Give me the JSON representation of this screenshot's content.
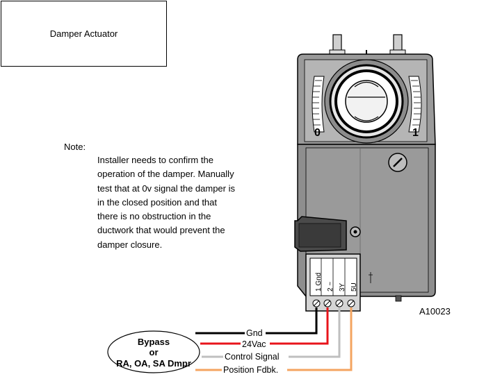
{
  "title_box": {
    "label": "Damper Actuator"
  },
  "note": {
    "label": "Note:",
    "lines": [
      "Installer needs to confirm the",
      "operation of the damper. Manually",
      "test that at 0v signal the damper is",
      "in the closed position and that",
      "there is no obstruction in the",
      "ductwork that would prevent the",
      "damper closure."
    ]
  },
  "actuator": {
    "scale_min": "0",
    "scale_max": "1",
    "terminals": [
      "1 Gnd",
      "2 ~",
      "3Y",
      "5U"
    ]
  },
  "reference_code": "A10023",
  "controller": {
    "line1": "Bypass",
    "line2": "or",
    "line3": "RA, OA, SA Dmpr"
  },
  "wires": [
    {
      "label": "Gnd",
      "color": "#000000"
    },
    {
      "label": "24Vac",
      "color": "#e8141b"
    },
    {
      "label": "Control Signal",
      "color": "#bfbfbf"
    },
    {
      "label": "Position Fdbk.",
      "color": "#f4a460"
    }
  ]
}
